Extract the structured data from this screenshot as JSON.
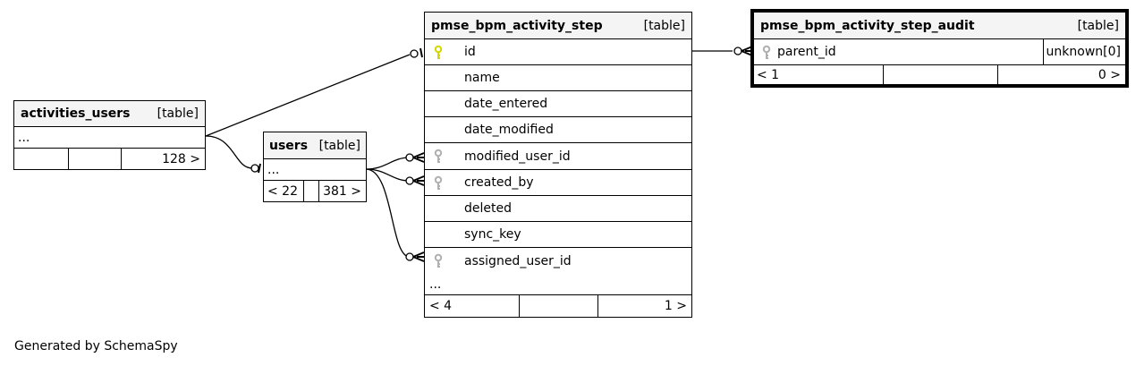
{
  "footer": "Generated by SchemaSpy",
  "tables": {
    "activities_users": {
      "name": "activities_users",
      "tag": "[table]",
      "ellipsis": "...",
      "children": "128 >"
    },
    "users": {
      "name": "users",
      "tag": "[table]",
      "ellipsis": "...",
      "parents": "< 22",
      "children": "381 >"
    },
    "activity_step": {
      "name": "pmse_bpm_activity_step",
      "tag": "[table]",
      "columns": [
        {
          "name": "id",
          "key": "primary"
        },
        {
          "name": "name",
          "key": "none"
        },
        {
          "name": "date_entered",
          "key": "none"
        },
        {
          "name": "date_modified",
          "key": "none"
        },
        {
          "name": "modified_user_id",
          "key": "foreign"
        },
        {
          "name": "created_by",
          "key": "foreign"
        },
        {
          "name": "deleted",
          "key": "none"
        },
        {
          "name": "sync_key",
          "key": "none"
        },
        {
          "name": "assigned_user_id",
          "key": "foreign"
        }
      ],
      "ellipsis": "...",
      "parents": "< 4",
      "children": "1 >"
    },
    "step_audit": {
      "name": "pmse_bpm_activity_step_audit",
      "tag": "[table]",
      "columns": [
        {
          "name": "parent_id",
          "key": "foreign",
          "type": "unknown[0]"
        }
      ],
      "parents": "< 1",
      "children": "0 >"
    }
  },
  "colors": {
    "header_bg": "#f4f4f4",
    "primary_key": "#d6d600",
    "foreign_key": "#b0b0b0",
    "line": "#000000"
  }
}
